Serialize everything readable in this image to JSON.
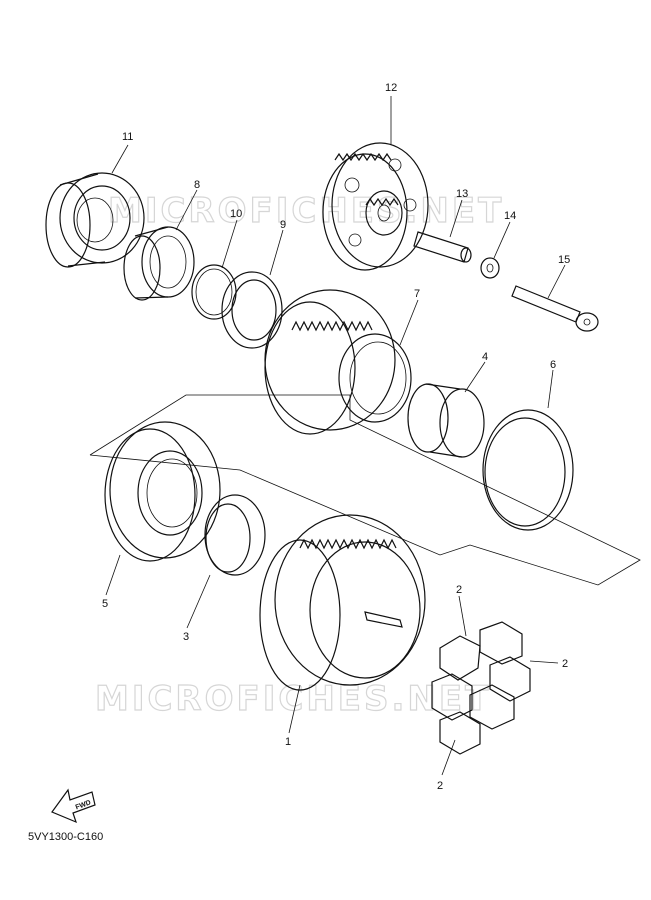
{
  "watermark": "MICROFICHES.NET",
  "diagram_code": "5VY1300-C160",
  "fwd_label": "FWD",
  "icons": [
    "fwd-arrow-icon"
  ],
  "part_labels": {
    "p1": "1",
    "p2a": "2",
    "p2b": "2",
    "p2c": "2",
    "p3": "3",
    "p4": "4",
    "p5": "5",
    "p6": "6",
    "p7": "7",
    "p8": "8",
    "p9": "9",
    "p10": "10",
    "p11": "11",
    "p12": "12",
    "p13": "13",
    "p14": "14",
    "p15": "15"
  }
}
